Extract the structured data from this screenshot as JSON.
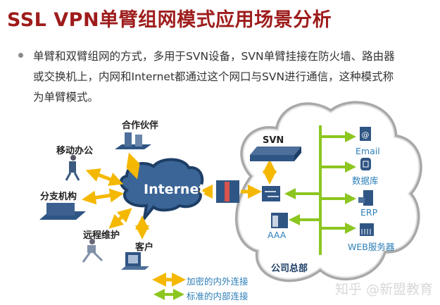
{
  "title": "SSL VPN单臂组网模式应用场景分析",
  "paragraph": [
    "单臂和双臂组网的方式，多用于SVN设备，SVN单臂挂接在防火墙、路由器",
    "或交换机上，内网和Internet都通过这个网口与SVN进行通信，这种模式称",
    "为单臂模式。"
  ],
  "diagram": {
    "internet": "Internet",
    "external_nodes": {
      "partner": "合作伙伴",
      "mobile": "移动办公",
      "branch": "分支机构",
      "remote": "远程维护",
      "customer": "客户"
    },
    "svn": "SVN",
    "aaa": "AAA",
    "hq": "公司总部",
    "servers": [
      "Email",
      "数据库",
      "ERP",
      "WEB服务器"
    ],
    "legend": {
      "encrypted": "加密的内外连接",
      "standard": "标准的内部连接"
    },
    "colors": {
      "encrypted": "#f5b800",
      "standard": "#8cc620",
      "device": "#2f5584",
      "title": "#9e1c1c"
    }
  },
  "watermark": "知乎 @新盟教育"
}
